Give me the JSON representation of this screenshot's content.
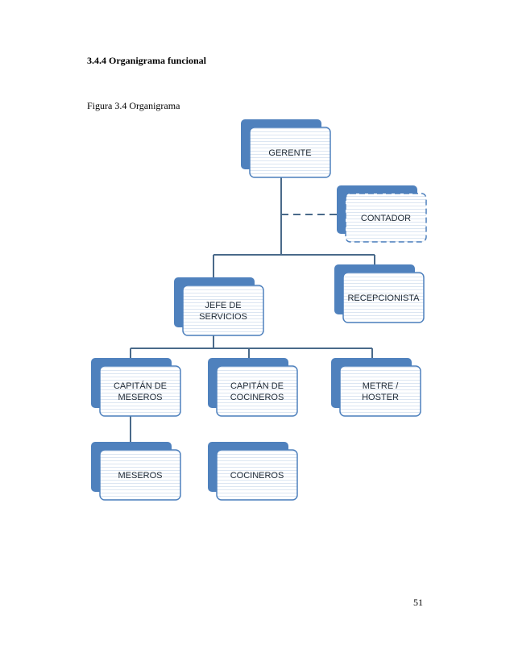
{
  "document": {
    "section_heading": "3.4.4 Organigrama funcional",
    "figure_caption": "Figura 3.4 Organigrama",
    "page_number": "51"
  },
  "org_chart": {
    "colors": {
      "accent": "#4f81bd",
      "connector": "#4a6a8a",
      "box_fill": "#ffffff",
      "box_stripes": "#dce6f2",
      "text": "#1f2a36"
    },
    "nodes": [
      {
        "id": "gerente",
        "lines": [
          "GERENTE"
        ]
      },
      {
        "id": "contador",
        "lines": [
          "CONTADOR"
        ],
        "dashed": true
      },
      {
        "id": "recepcionista",
        "lines": [
          "RECEPCIONISTA"
        ]
      },
      {
        "id": "jefe-de-servicios",
        "lines": [
          "JEFE DE",
          "SERVICIOS"
        ]
      },
      {
        "id": "capitan-de-meseros",
        "lines": [
          "CAPITÁN DE",
          "MESEROS"
        ]
      },
      {
        "id": "capitan-de-cocineros",
        "lines": [
          "CAPITÁN DE",
          "COCINEROS"
        ]
      },
      {
        "id": "metre-hoster",
        "lines": [
          "METRE /",
          "HOSTER"
        ]
      },
      {
        "id": "meseros",
        "lines": [
          "MESEROS"
        ]
      },
      {
        "id": "cocineros",
        "lines": [
          "COCINEROS"
        ]
      }
    ]
  }
}
